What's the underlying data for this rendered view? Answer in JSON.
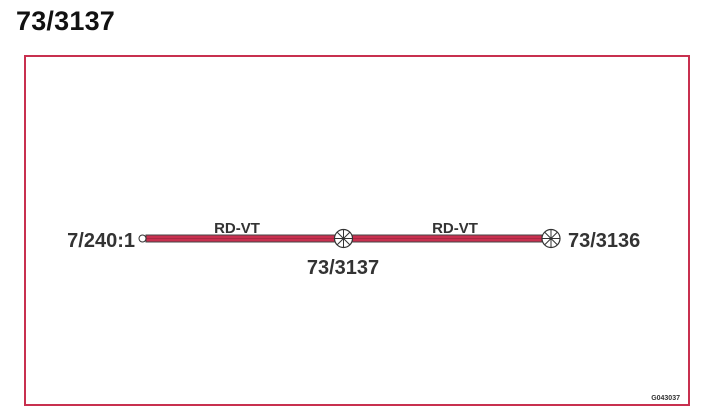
{
  "title": "73/3137",
  "colors": {
    "frame": "#c8304f",
    "pipe": "#c8304f",
    "pipe_outline": "#444444",
    "text": "#333333"
  },
  "nodes": [
    {
      "id": "n1",
      "label": "7/240:1",
      "symbol": "small-circle-icon"
    },
    {
      "id": "n2",
      "label": "73/3137",
      "symbol": "wheel-valve-icon"
    },
    {
      "id": "n3",
      "label": "73/3136",
      "symbol": "wheel-valve-icon"
    }
  ],
  "edges": [
    {
      "from": "n1",
      "to": "n2",
      "label": "RD-VT"
    },
    {
      "from": "n2",
      "to": "n3",
      "label": "RD-VT"
    }
  ],
  "drawing_code": "G043037"
}
